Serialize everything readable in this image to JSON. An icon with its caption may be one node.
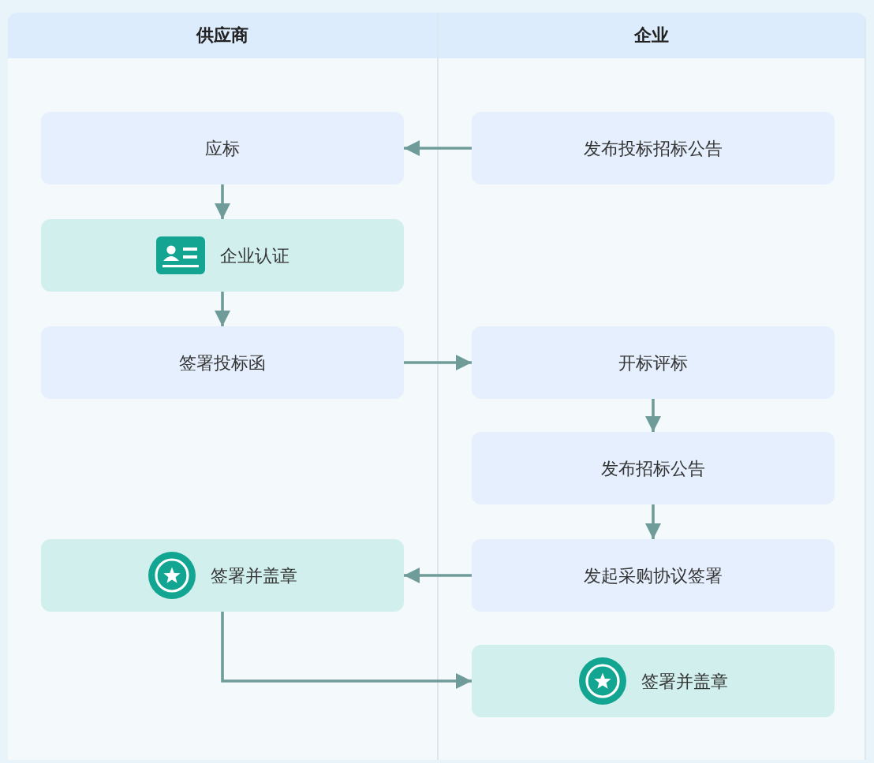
{
  "diagram": {
    "nodes": [
      {
        "text": [
          "供应商"
        ]
      },
      {
        "text": [
          "应标"
        ],
        "in": 0
      },
      {
        "text": [
          "企业认证"
        ],
        "in": 0
      },
      {
        "text": [
          "签署投标函"
        ],
        "in": 0
      },
      {
        "text": [
          "签署并盖章"
        ],
        "in": 0
      },
      {
        "text": [
          "企业"
        ]
      },
      {
        "text": [
          "发布投标招标公告"
        ],
        "in": 5
      },
      {
        "text": [
          "开标评标"
        ],
        "in": 5
      },
      {
        "text": [
          "发布招标公告"
        ],
        "in": 5
      },
      {
        "text": [
          "发起采购协议签署"
        ],
        "in": 5
      },
      {
        "text": [
          "签署并盖章"
        ],
        "in": 5
      }
    ],
    "edges": [
      {
        "from": 6,
        "to": 1,
        "arrow": "to"
      },
      {
        "from": 1,
        "to": 2,
        "arrow": "to"
      },
      {
        "from": 2,
        "to": 3,
        "arrow": "to"
      },
      {
        "from": 3,
        "to": 7,
        "arrow": "to"
      },
      {
        "from": 7,
        "to": 8,
        "arrow": "to"
      },
      {
        "from": 8,
        "to": 9,
        "arrow": "to"
      },
      {
        "from": 9,
        "to": 4,
        "arrow": "to"
      },
      {
        "from": 4,
        "to": 10,
        "arrow": "to"
      }
    ]
  }
}
